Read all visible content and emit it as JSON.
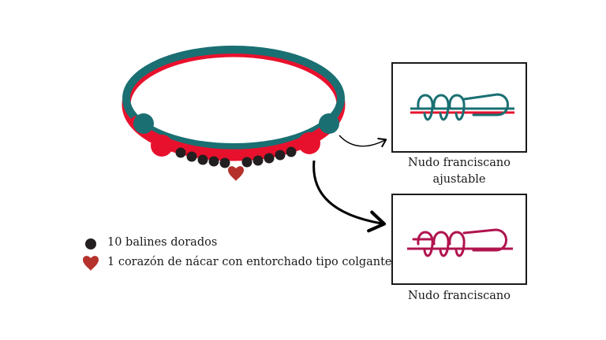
{
  "legend": {
    "items": [
      {
        "text": "10 balines dorados",
        "icon": "black-bead-icon"
      },
      {
        "text": "1 corazón de nácar con entorchado tipo colgante",
        "icon": "heart-icon"
      }
    ]
  },
  "knots": {
    "adjustable": {
      "caption_line1": "Nudo franciscano",
      "caption_line2": "ajustable"
    },
    "plain": {
      "caption": "Nudo franciscano"
    }
  },
  "colors": {
    "teal": "#1a6f72",
    "red": "#e8112d",
    "bead_black": "#231f20",
    "heart": "#b5322c",
    "magenta": "#b0144f"
  }
}
